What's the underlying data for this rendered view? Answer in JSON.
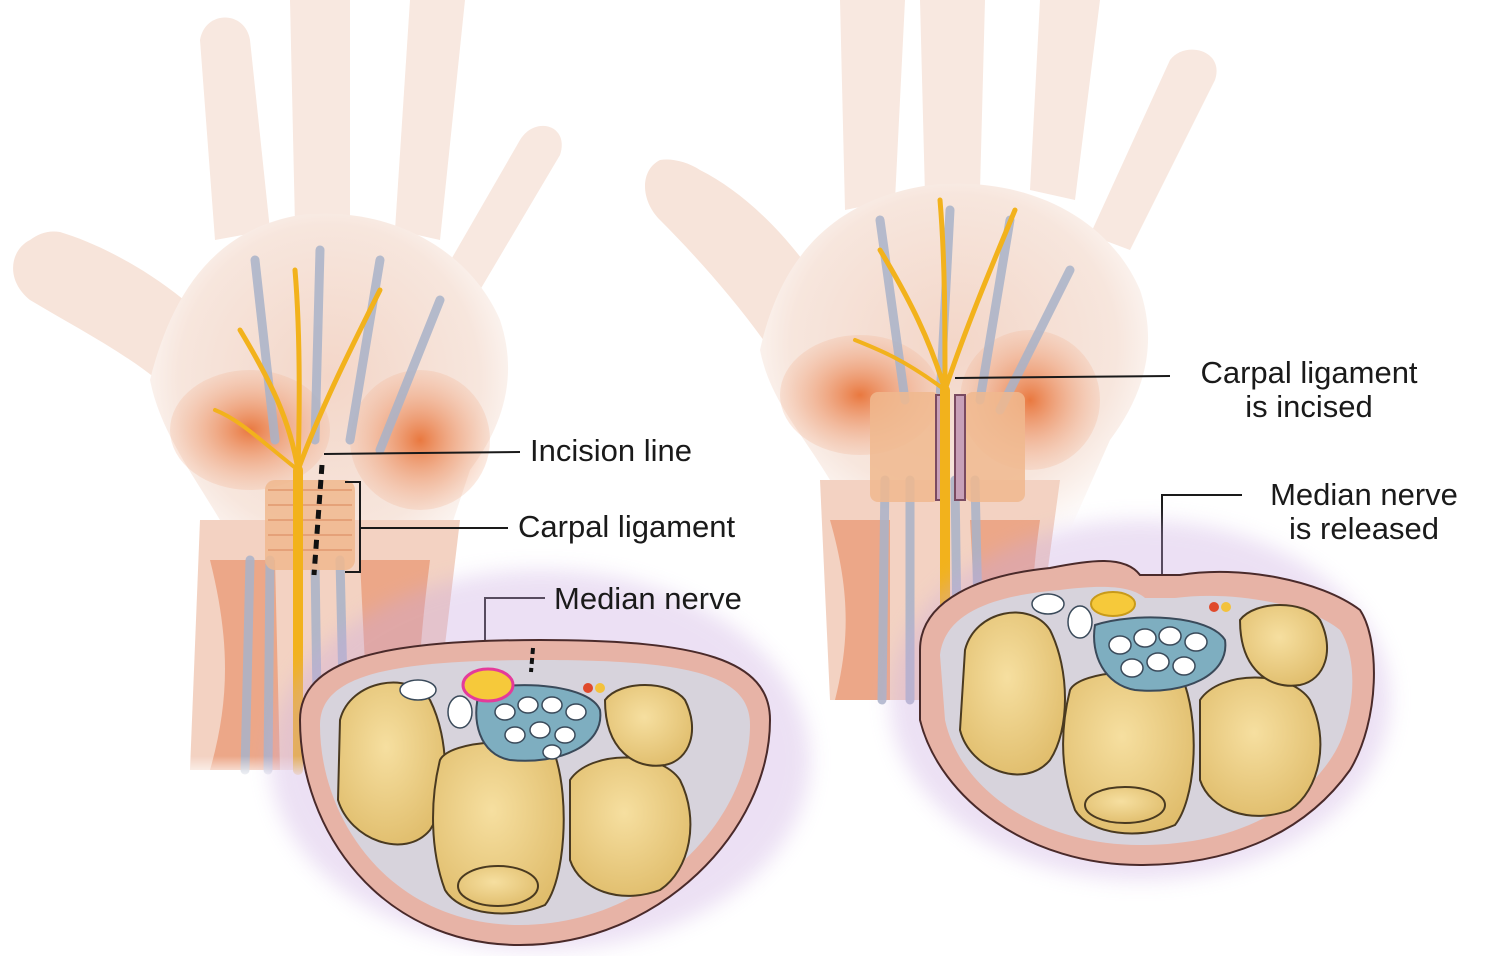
{
  "labels": {
    "left": {
      "incision_line": "Incision line",
      "carpal_ligament": "Carpal ligament",
      "median_nerve": "Median nerve"
    },
    "right": {
      "carpal_incised_line1": "Carpal ligament",
      "carpal_incised_line2": "is incised",
      "median_released_line1": "Median nerve",
      "median_released_line2": "is released"
    }
  },
  "colors": {
    "skin": "#f4ddd2",
    "muscle": "#d9552f",
    "nerve": "#f2b21c",
    "tendon": "#9aa6bf",
    "bone": "#edd08a",
    "cross_section_rim": "#e7b3a6",
    "leader_line": "#1a1a1a"
  }
}
